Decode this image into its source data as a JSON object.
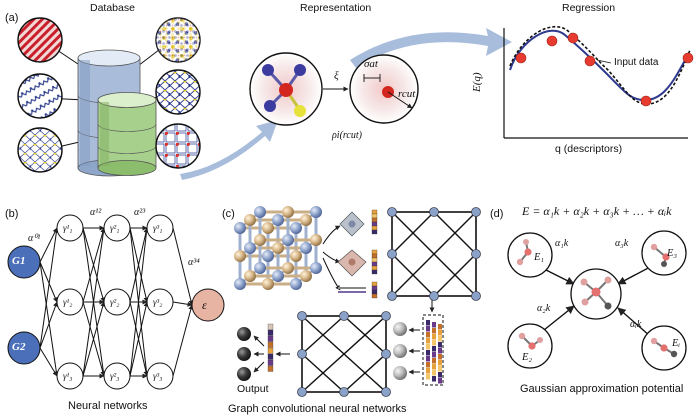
{
  "panels": {
    "a": "(a)",
    "b": "(b)",
    "c": "(c)",
    "d": "(d)"
  },
  "titles": {
    "database": "Database",
    "representation": "Representation",
    "regression": "Regression"
  },
  "regression": {
    "legend": "Input data",
    "ylabel": "E(q)",
    "xlabel": "q (descriptors)"
  },
  "representation": {
    "xi": "ξ",
    "sigma_at": "σat",
    "r_cut": "rcut",
    "rho": "ρi(rcut)"
  },
  "nn": {
    "inputs": [
      "G1",
      "G2"
    ],
    "output": "ε",
    "layers": [
      [
        "γ¹₁",
        "γ¹₂",
        "γ¹₃"
      ],
      [
        "γ²₁",
        "γ²₂",
        "γ²₃"
      ],
      [
        "γ³₁",
        "γ³₂",
        "γ³₃"
      ]
    ],
    "weights": [
      "α⁰¹",
      "α¹²",
      "α²³",
      "α³⁴"
    ],
    "caption": "Neural networks"
  },
  "gcnn": {
    "output_label": "Output",
    "caption": "Graph convolutional neural networks"
  },
  "gap": {
    "equation": "E = α₁k + α₂k + α₃k + … + αᵢk",
    "nodes": [
      "E₁",
      "E₃",
      "E₂",
      "Eᵢ"
    ],
    "edge_labels": [
      "α₁k",
      "α₃k",
      "α₂k",
      "αᵢk"
    ],
    "caption": "Gaussian approximation potential"
  },
  "colors": {
    "arrow_blue": "#9fb6d8",
    "data_red": "#e63b2e",
    "curve_blue": "#2f3a8f",
    "cylinder_blue": "#a9bddb",
    "cylinder_green": "#a8d08d",
    "input_node": "#4b6fb8",
    "output_node": "#e7b3a2",
    "node_pink": "#e0a0a0"
  }
}
